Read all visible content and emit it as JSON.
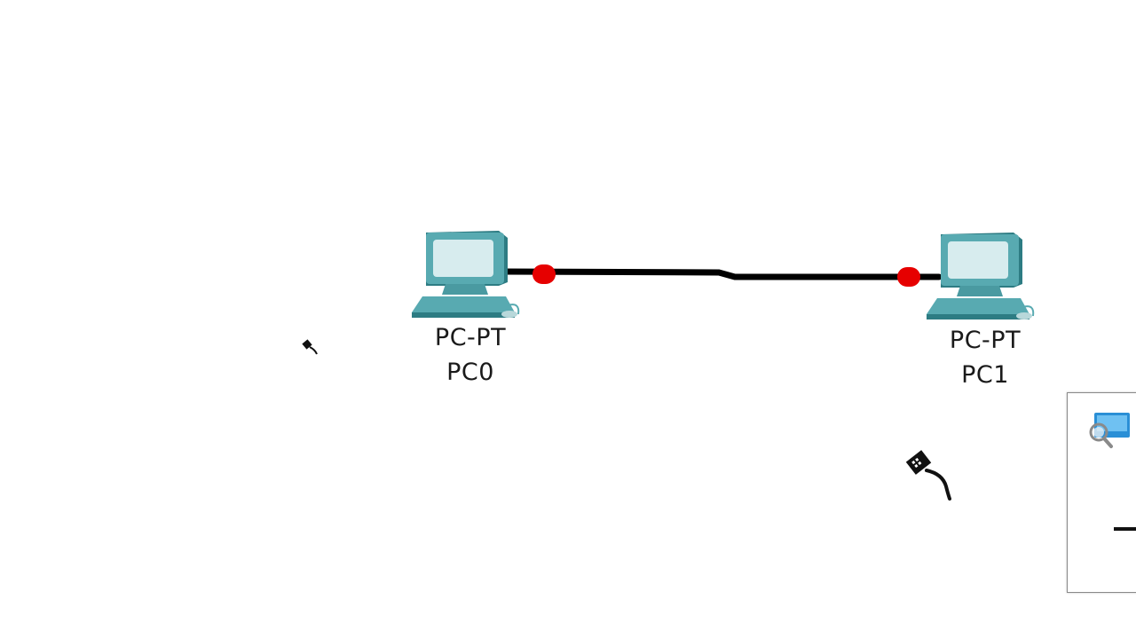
{
  "workspace": {
    "devices": [
      {
        "id": "pc0",
        "type_label": "PC-PT",
        "name": "PC0",
        "icon": "pc-icon"
      },
      {
        "id": "pc1",
        "type_label": "PC-PT",
        "name": "PC1",
        "icon": "pc-icon"
      }
    ],
    "link": {
      "from": "PC0",
      "to": "PC1",
      "icon": "copper-cable",
      "cable_color": "#000000",
      "port_status_color": "#e60000"
    }
  },
  "cursor": {
    "icon": "connection-cable-cursor-icon"
  },
  "side_panel": {
    "icon": "inspect-monitor-icon"
  },
  "colors": {
    "pc_body": "#58aab1",
    "pc_screen": "#d7ecee",
    "pc_shadow": "#2d7c83"
  }
}
